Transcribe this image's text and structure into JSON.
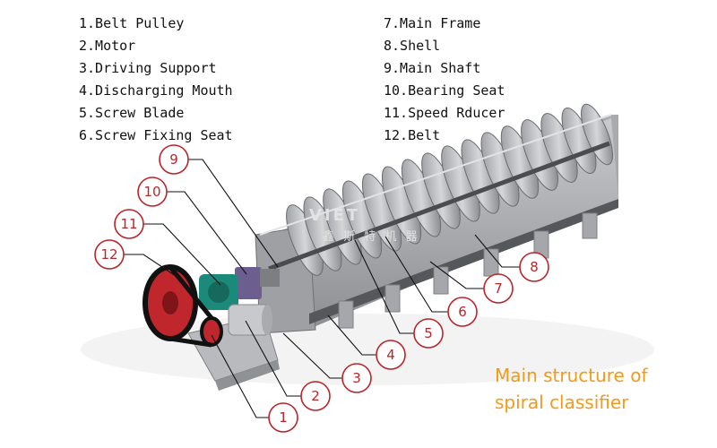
{
  "legend_left": [
    "1.Belt Pulley",
    "2.Motor",
    "3.Driving Support",
    "4.Discharging Mouth",
    "5.Screw Blade",
    "6.Screw Fixing Seat"
  ],
  "legend_right": [
    "7.Main Frame",
    "8.Shell",
    "9.Main Shaft",
    "10.Bearing Seat",
    "11.Speed Rducer",
    "12.Belt"
  ],
  "callouts": [
    "1",
    "2",
    "3",
    "4",
    "5",
    "6",
    "7",
    "8",
    "9",
    "10",
    "11",
    "12"
  ],
  "caption": {
    "line1": "Main structure of",
    "line2": "spiral classifier"
  },
  "colors": {
    "callout": "#b8262a",
    "caption": "#f29a1a",
    "pulley": "#c0272d",
    "motor": "#1c8a7a"
  }
}
